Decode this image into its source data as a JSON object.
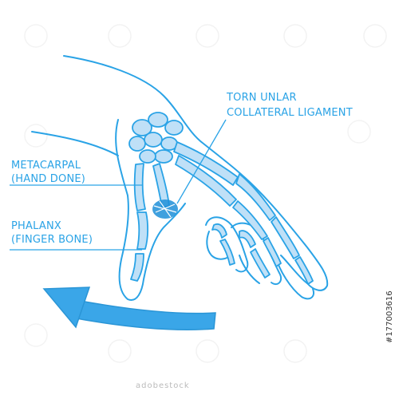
{
  "labels": {
    "torn_line1": "TORN UNLAR",
    "torn_line2": "COLLATERAL LIGAMENT",
    "metacarpal": "METACARPAL",
    "metacarpal_sub": "(HAND DONE)",
    "phalanx": "PHALANX",
    "phalanx_sub": "(FINGER BONE)"
  },
  "watermark": {
    "text": "adobestock",
    "id": "#177003616"
  },
  "colors": {
    "outline": "#2aa3e6",
    "bone_fill": "#bfe0f7",
    "arrow": "#3aa6e8",
    "ligament": "#1f8fd8"
  },
  "icons": {
    "arrow": "curved-left-arrow-icon"
  }
}
